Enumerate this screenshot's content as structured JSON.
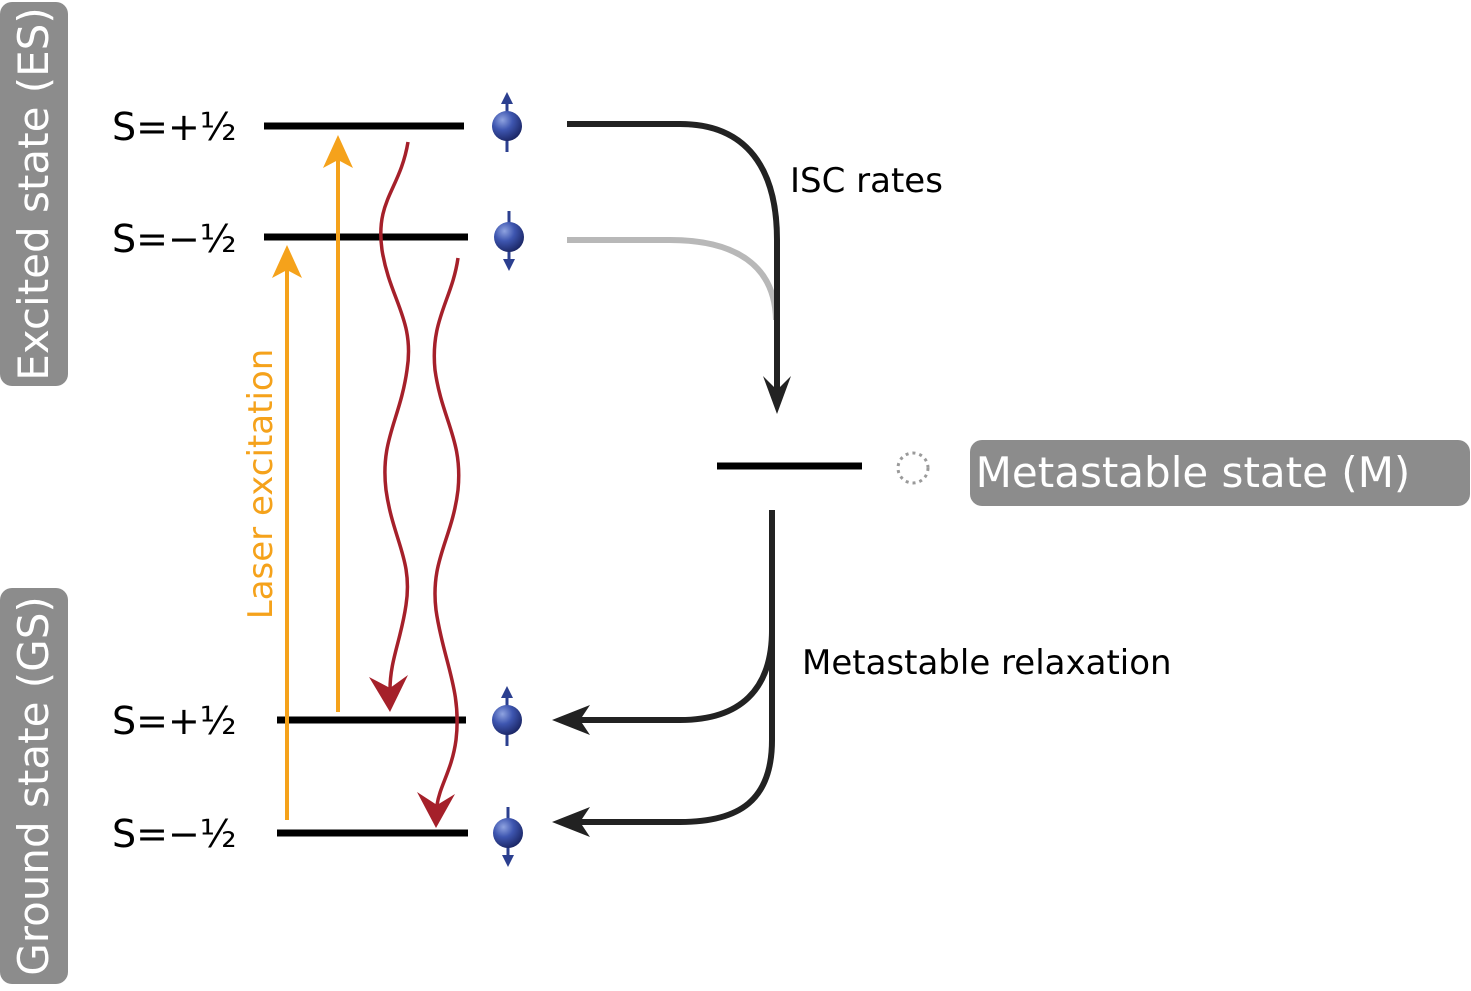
{
  "colors": {
    "pill": "#8c8c8c",
    "level": "#000000",
    "laser": "#f5a21b",
    "emission": "#a5202a",
    "isc_strong": "#222222",
    "isc_weak": "#b8b8b8",
    "spin": "#2b3f8f"
  },
  "states": {
    "excited": {
      "label": "Excited state (ES)",
      "upper": "S=+½",
      "lower": "S=−½"
    },
    "ground": {
      "label": "Ground state (GS)",
      "upper": "S=+½",
      "lower": "S=−½"
    },
    "metastable": {
      "label": "Metastable state (M)"
    }
  },
  "annotations": {
    "isc": "ISC rates",
    "relaxation": "Metastable relaxation",
    "laser": "Laser excitation"
  },
  "icons": {
    "spin_up": "spin-up-electron-icon",
    "spin_down": "spin-down-electron-icon",
    "empty": "empty-state-dotted-circle-icon"
  }
}
